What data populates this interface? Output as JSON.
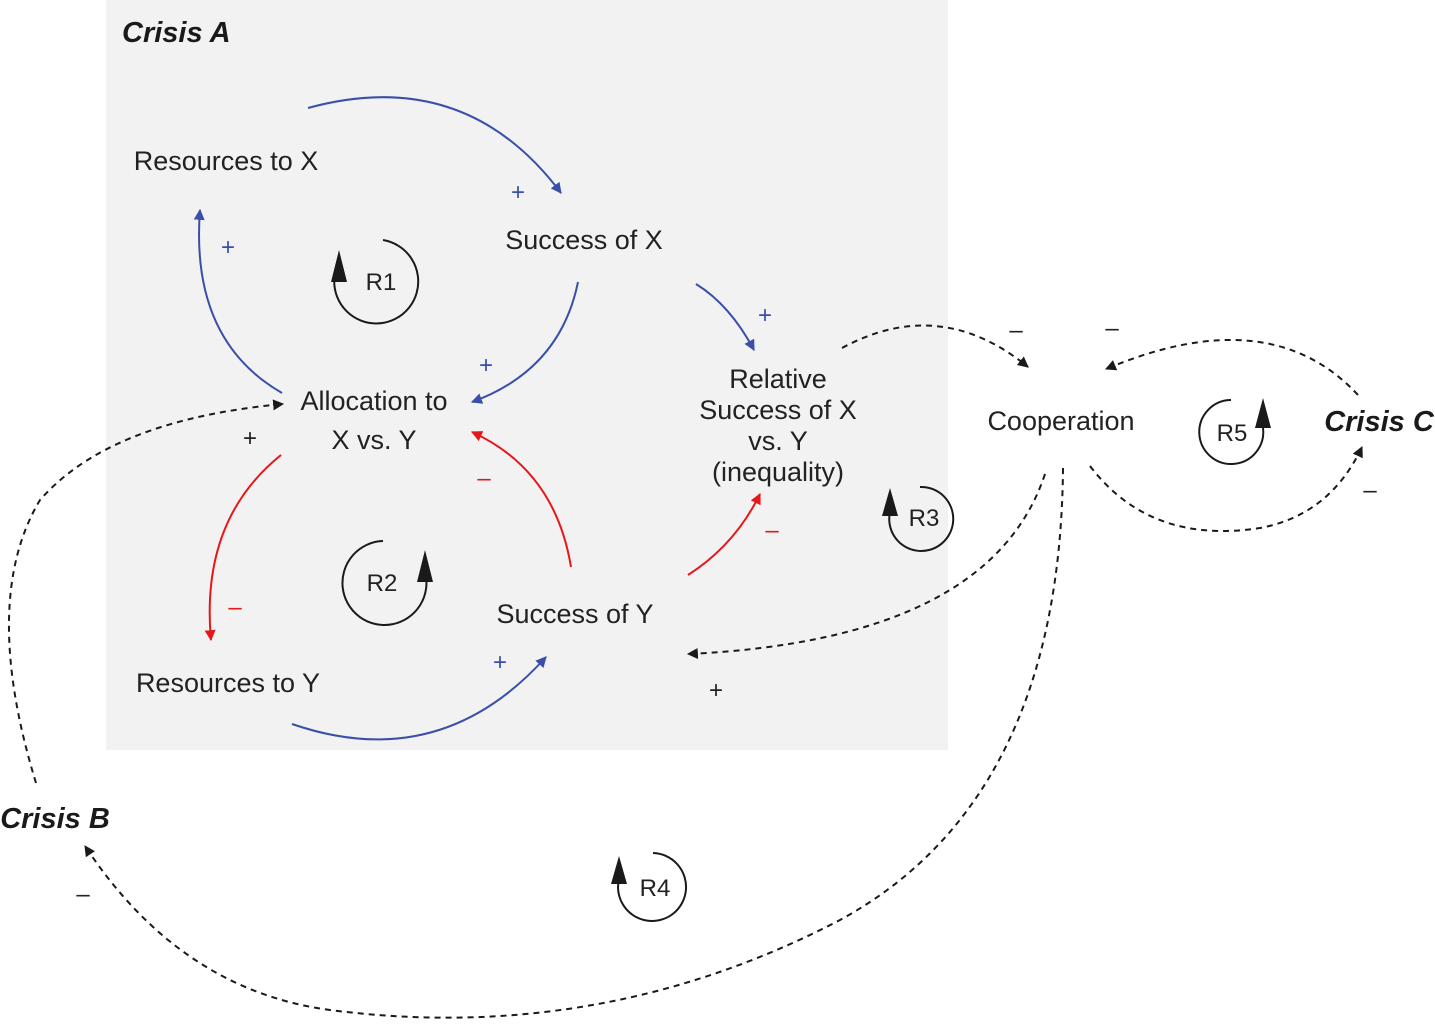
{
  "colors": {
    "positive_link": "#3a4fa8",
    "negative_link": "#e8161b",
    "crisis_link": "#1a1a1a",
    "panel_background": "#f2f2f2"
  },
  "panel": {
    "title": "Crisis A"
  },
  "nodes": {
    "resources_x": "Resources to X",
    "success_x": "Success of X",
    "allocation": [
      "Allocation to",
      "X vs. Y"
    ],
    "relative_success": [
      "Relative",
      "Success of X",
      "vs. Y",
      "(inequality)"
    ],
    "success_y": "Success of Y",
    "resources_y": "Resources to Y",
    "cooperation": "Cooperation",
    "crisis_b": "Crisis B",
    "crisis_c": "Crisis C"
  },
  "loops": [
    "R1",
    "R2",
    "R3",
    "R4",
    "R5"
  ],
  "signs": {
    "plus": "+",
    "minus": "–"
  }
}
